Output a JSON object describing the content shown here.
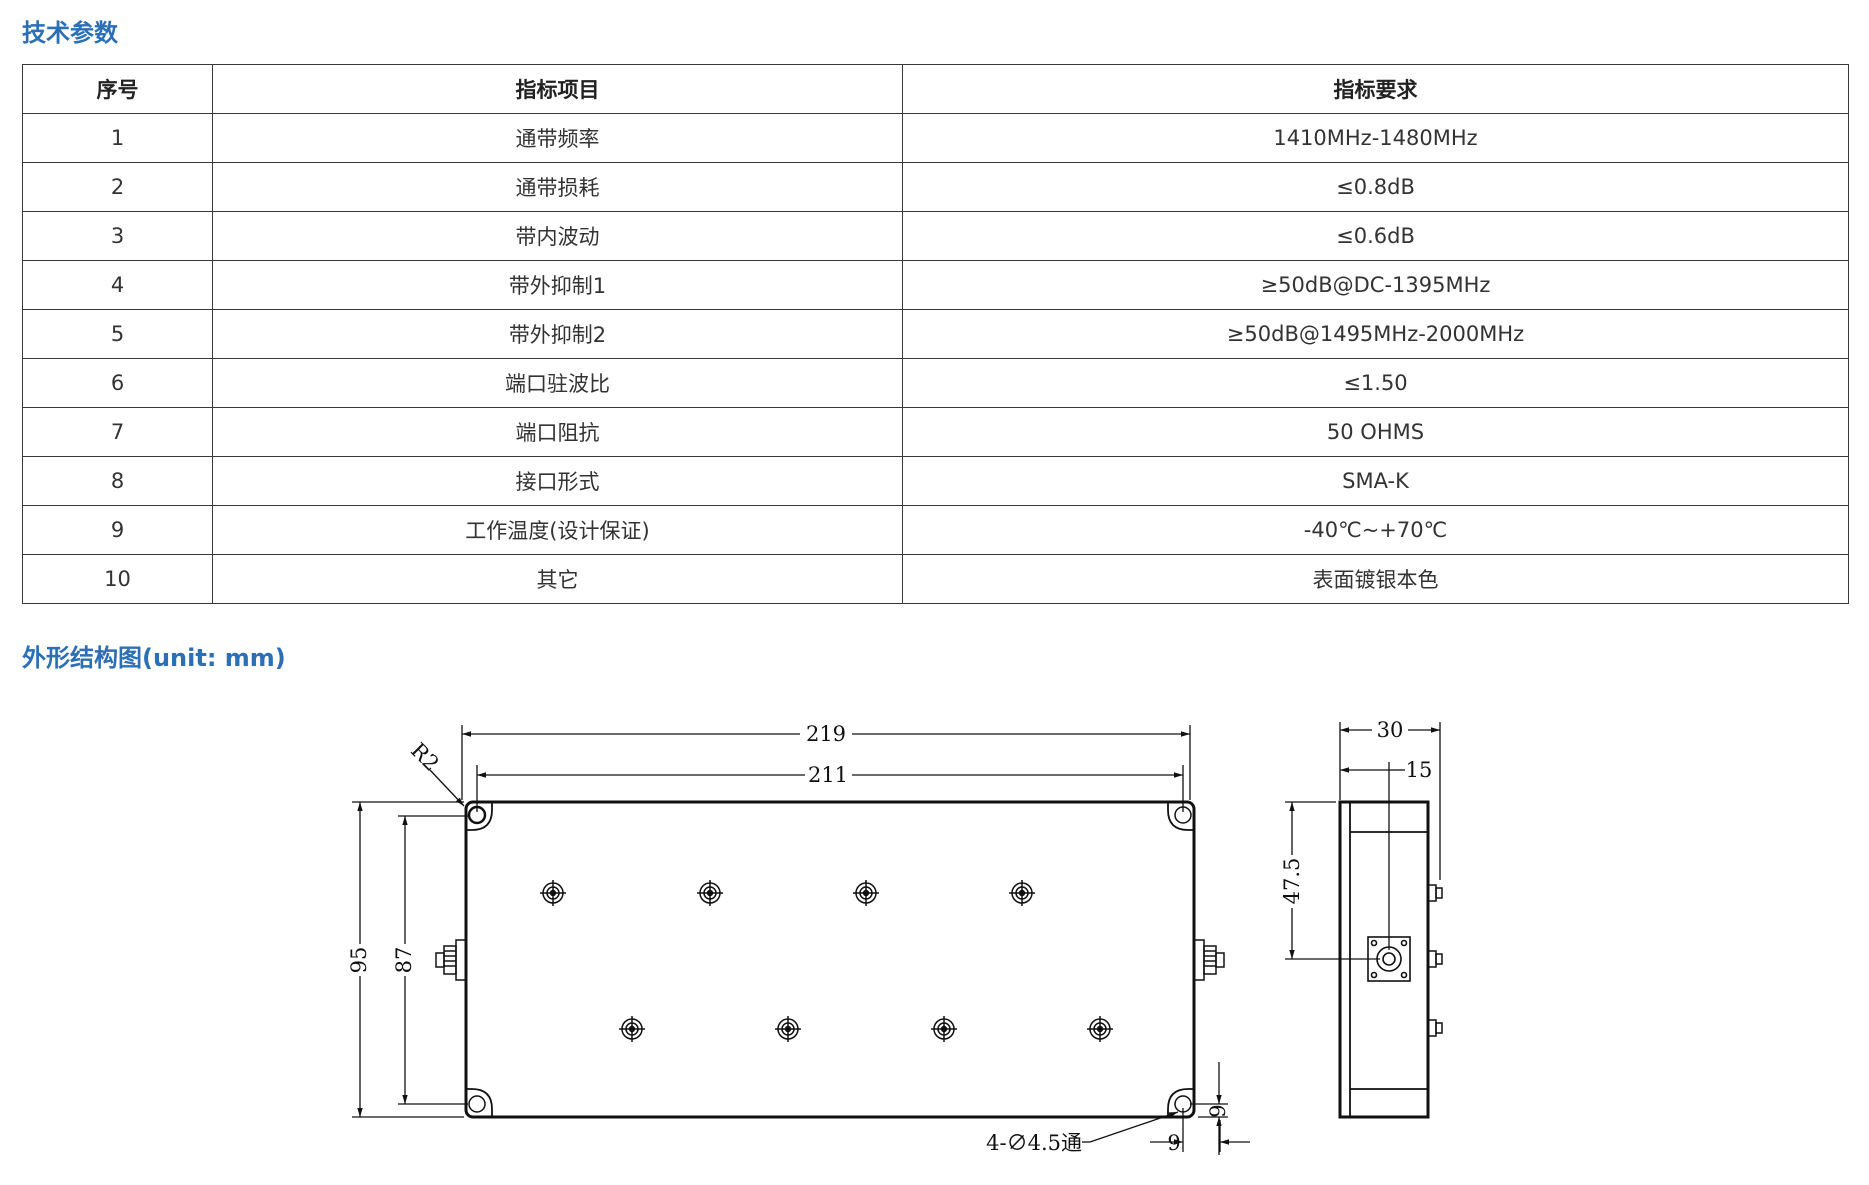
{
  "headings": {
    "specs": "技术参数",
    "drawing": "外形结构图(unit: mm)"
  },
  "table": {
    "headers": [
      "序号",
      "指标项目",
      "指标要求"
    ],
    "rows": [
      [
        "1",
        "通带频率",
        "1410MHz-1480MHz"
      ],
      [
        "2",
        "通带损耗",
        "≤0.8dB"
      ],
      [
        "3",
        "带内波动",
        "≤0.6dB"
      ],
      [
        "4",
        "带外抑制1",
        "≥50dB@DC-1395MHz"
      ],
      [
        "5",
        "带外抑制2",
        "≥50dB@1495MHz-2000MHz"
      ],
      [
        "6",
        "端口驻波比",
        "≤1.50"
      ],
      [
        "7",
        "端口阻抗",
        "50 OHMS"
      ],
      [
        "8",
        "接口形式",
        "SMA-K"
      ],
      [
        "9",
        "工作温度(设计保证)",
        "-40℃~+70℃"
      ],
      [
        "10",
        "其它",
        "表面镀银本色"
      ]
    ]
  },
  "drawing": {
    "dims": {
      "w_outer": "219",
      "w_inner": "211",
      "h_outer": "95",
      "h_inner": "87",
      "corner_radius": "R2",
      "hole_offset_x": "9",
      "hole_offset_y": "9",
      "holes": "4-∅4.5通",
      "side_thickness": "30",
      "side_half": "15",
      "connector_height": "47.5"
    }
  }
}
